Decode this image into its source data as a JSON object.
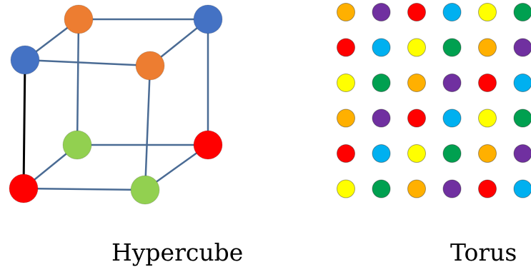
{
  "captions": {
    "hypercube": "Hypercube",
    "torus": "Torus"
  },
  "colors": {
    "blue": "#4472c4",
    "orange": "#ed7d31",
    "green": "#92d050",
    "red": "#ff0000",
    "edge": "#4a6b94",
    "black_edge": "#000000",
    "torus_orange": "#ffb000",
    "torus_purple": "#7030a0",
    "torus_red": "#ff0000",
    "torus_cyan": "#00b0f0",
    "torus_yellow": "#ffff00",
    "torus_green": "#00a050"
  },
  "hypercube": {
    "nodes": [
      {
        "id": "back-top-left",
        "color": "orange"
      },
      {
        "id": "back-top-right",
        "color": "blue"
      },
      {
        "id": "front-top-left",
        "color": "blue"
      },
      {
        "id": "front-top-right",
        "color": "orange"
      },
      {
        "id": "back-bottom-left",
        "color": "green"
      },
      {
        "id": "back-bottom-right",
        "color": "red"
      },
      {
        "id": "front-bottom-left",
        "color": "red"
      },
      {
        "id": "front-bottom-right",
        "color": "green"
      }
    ],
    "edges": [
      [
        "front-top-left",
        "front-top-right"
      ],
      [
        "front-top-right",
        "front-bottom-right"
      ],
      [
        "front-bottom-left",
        "front-bottom-right"
      ],
      [
        "front-top-left",
        "front-bottom-left",
        "black"
      ],
      [
        "back-top-left",
        "back-top-right"
      ],
      [
        "back-top-right",
        "back-bottom-right"
      ],
      [
        "back-bottom-left",
        "back-bottom-right"
      ],
      [
        "back-top-left",
        "back-bottom-left"
      ],
      [
        "front-top-left",
        "back-top-left"
      ],
      [
        "front-top-right",
        "back-top-right"
      ],
      [
        "front-bottom-left",
        "back-bottom-left"
      ],
      [
        "front-bottom-right",
        "back-bottom-right"
      ]
    ]
  },
  "torus": {
    "rows": [
      [
        "torus_orange",
        "torus_purple",
        "torus_red",
        "torus_cyan",
        "torus_yellow",
        "torus_green"
      ],
      [
        "torus_red",
        "torus_cyan",
        "torus_yellow",
        "torus_green",
        "torus_orange",
        "torus_purple"
      ],
      [
        "torus_yellow",
        "torus_green",
        "torus_orange",
        "torus_purple",
        "torus_red",
        "torus_cyan"
      ],
      [
        "torus_orange",
        "torus_purple",
        "torus_red",
        "torus_cyan",
        "torus_yellow",
        "torus_green"
      ],
      [
        "torus_red",
        "torus_cyan",
        "torus_yellow",
        "torus_green",
        "torus_orange",
        "torus_purple"
      ],
      [
        "torus_yellow",
        "torus_green",
        "torus_orange",
        "torus_purple",
        "torus_red",
        "torus_cyan"
      ]
    ]
  }
}
